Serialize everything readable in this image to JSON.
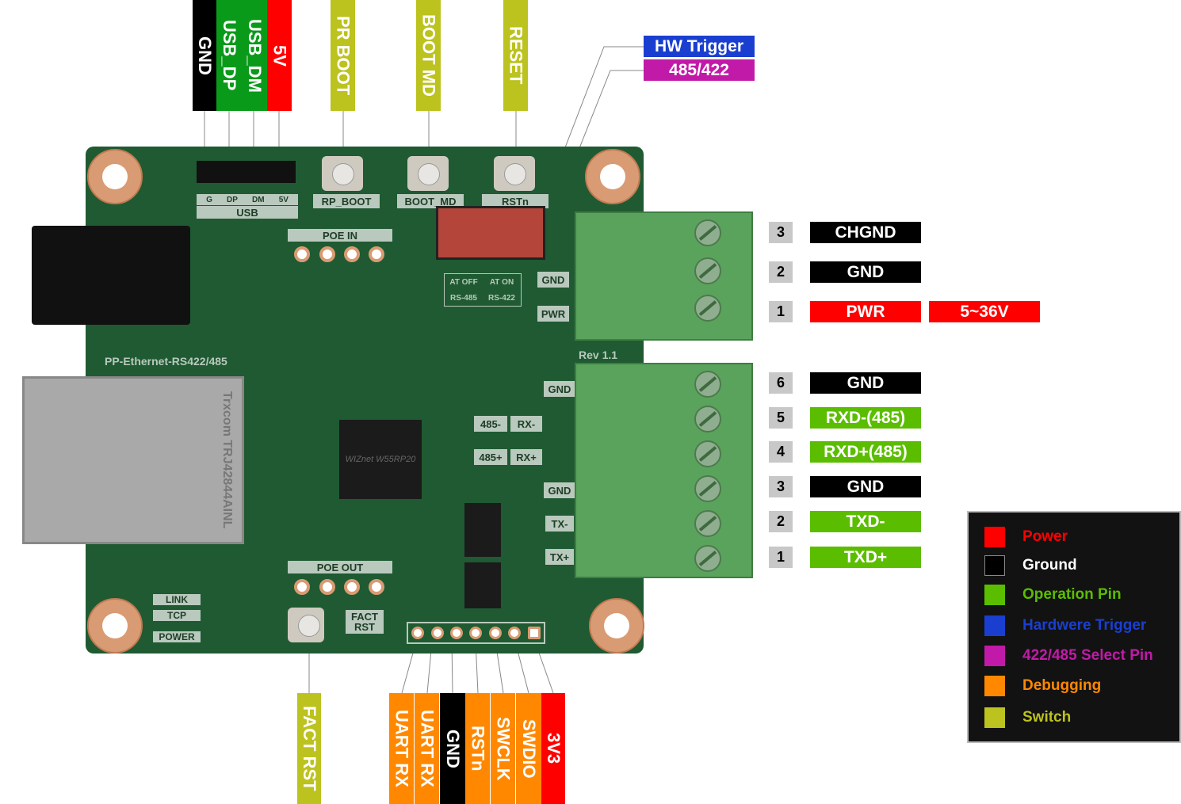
{
  "colors": {
    "power": "#ff0000",
    "ground": "#000000",
    "operation": "#5bbd00",
    "trigger": "#1a3fd0",
    "select": "#c21aa8",
    "debug": "#ff8800",
    "switch": "#bcc21e"
  },
  "top_pins": [
    {
      "label": "GND",
      "color": "#000000"
    },
    {
      "label": "USB_DP",
      "color": "#0a9a1a"
    },
    {
      "label": "USB_DM",
      "color": "#0a9a1a"
    },
    {
      "label": "5V",
      "color": "#ff0000"
    }
  ],
  "top_switches": [
    "PR BOOT",
    "BOOT MD",
    "RESET"
  ],
  "select_header": {
    "hw_trigger": "HW Trigger",
    "mode": "485/422"
  },
  "power_terminal": [
    {
      "num": "3",
      "label": "CHGND"
    },
    {
      "num": "2",
      "label": "GND"
    },
    {
      "num": "1",
      "label": "PWR",
      "extra": "5~36V"
    }
  ],
  "serial_terminal": [
    {
      "num": "6",
      "label": "GND"
    },
    {
      "num": "5",
      "label": "RXD-(485)"
    },
    {
      "num": "4",
      "label": "RXD+(485)"
    },
    {
      "num": "3",
      "label": "GND"
    },
    {
      "num": "2",
      "label": "TXD-"
    },
    {
      "num": "1",
      "label": "TXD+"
    }
  ],
  "bottom_switch": "FACT RST",
  "debug_pins": [
    "UART RX",
    "UART RX",
    "GND",
    "RSTn",
    "SWCLK",
    "SWDIO",
    "3V3"
  ],
  "legend": [
    {
      "label": "Power"
    },
    {
      "label": "Ground"
    },
    {
      "label": "Operation Pin"
    },
    {
      "label": "Hardwere Trigger"
    },
    {
      "label": "422/485 Select Pin"
    },
    {
      "label": "Debugging"
    },
    {
      "label": "Switch"
    }
  ],
  "board": {
    "usb_pins": [
      "G",
      "DP",
      "DM",
      "5V"
    ],
    "usb": "USB",
    "rp_boot": "RP_BOOT",
    "boot_md": "BOOT_MD",
    "rstn": "RSTn",
    "poe_in": "POE IN",
    "poe_out": "POE OUT",
    "at_off": "AT OFF",
    "at_on": "AT ON",
    "rs485": "RS-485",
    "rs422": "RS-422",
    "gnd": "GND",
    "pwr": "PWR",
    "rev": "Rev 1.1",
    "name": "PP-Ethernet-RS422/485",
    "rx_minus": "RX-",
    "rx_plus": "RX+",
    "tx_minus": "TX-",
    "tx_plus": "TX+",
    "n485_minus": "485-",
    "n485_plus": "485+",
    "link": "LINK",
    "tcp": "TCP",
    "power": "POWER",
    "fact_rst": "FACT RST",
    "chip": "WIZnet W55RP20",
    "rj45": "Trxcom TRJ42844AINL"
  }
}
